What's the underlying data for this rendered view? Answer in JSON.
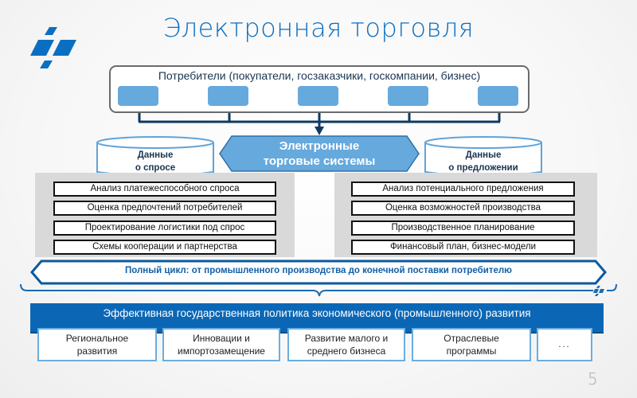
{
  "title": "Электронная торговля",
  "consumers": {
    "label": "Потребители (покупатели, госзаказчики, госкомпании, бизнес)",
    "box_count": 5
  },
  "center": {
    "ets_line1": "Электронные",
    "ets_line2": "торговые системы"
  },
  "demand_data": {
    "line1": "Данные",
    "line2": "о спросе"
  },
  "supply_data": {
    "line1": "Данные",
    "line2": "о предложении"
  },
  "left_items": [
    "Анализ платежеспособного  спроса",
    "Оценка предпочтений потребителей",
    "Проектирование  логистики под спрос",
    "Схемы кооперации и партнерства"
  ],
  "right_items": [
    "Анализ потенциального предложения",
    "Оценка возможностей производства",
    "Производственное  планирование",
    "Финансовый план, бизнес-модели"
  ],
  "cycle": "Полный цикл: от промышленного  производства  до конечной  поставки потребителю",
  "policy": {
    "title": "Эффективная государственная политика экономического (промышленного) развития",
    "boxes": [
      {
        "line1": "Региональное",
        "line2": "развития"
      },
      {
        "line1": "Инновации и",
        "line2": "импортозамещение"
      },
      {
        "line1": "Развитие малого и",
        "line2": "среднего бизнеса"
      },
      {
        "line1": "Отраслевые",
        "line2": "программы"
      },
      {
        "line1": "...",
        "line2": ""
      }
    ]
  },
  "page_number": "5",
  "colors": {
    "brand_blue": "#0a6fc2",
    "light_blue": "#66a9dd",
    "dark_navy": "#0d3a63",
    "panel_gray": "#d9d9d9"
  }
}
